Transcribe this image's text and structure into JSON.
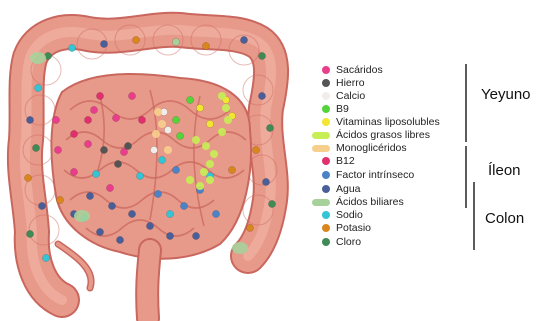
{
  "legend": [
    {
      "label": "Sacáridos",
      "color": "#e83e8c",
      "shape": "dot"
    },
    {
      "label": "Hierro",
      "color": "#555555",
      "shape": "dot"
    },
    {
      "label": "Calcio",
      "color": "#f2ede9",
      "shape": "dot"
    },
    {
      "label": "B9",
      "color": "#55d43a",
      "shape": "dot"
    },
    {
      "label": "Vitaminas liposolubles",
      "color": "#f2e632",
      "shape": "dot"
    },
    {
      "label": "Ácidos grasos libres",
      "color": "#c7ee55",
      "shape": "wide"
    },
    {
      "label": "Monoglicéridos",
      "color": "#f7cf8c",
      "shape": "wide"
    },
    {
      "label": "B12",
      "color": "#e0306e",
      "shape": "dot"
    },
    {
      "label": "Factor intrínseco",
      "color": "#4a83c8",
      "shape": "dot"
    },
    {
      "label": "Agua",
      "color": "#4a5f9a",
      "shape": "dot"
    },
    {
      "label": "Ácidos biliares",
      "color": "#a6d19a",
      "shape": "wide"
    },
    {
      "label": "Sodio",
      "color": "#33c4d6",
      "shape": "dot"
    },
    {
      "label": "Potasio",
      "color": "#d9861f",
      "shape": "dot"
    },
    {
      "label": "Cloro",
      "color": "#3f8a55",
      "shape": "dot"
    }
  ],
  "regions": [
    {
      "label": "Yeyuno"
    },
    {
      "label": "Íleon"
    },
    {
      "label": "Colon"
    }
  ],
  "colors": {
    "intestine": "#e89a8a",
    "intestine_dark": "#c9675e",
    "intestine_light": "#f3b8a9",
    "bracket": "#333333"
  }
}
